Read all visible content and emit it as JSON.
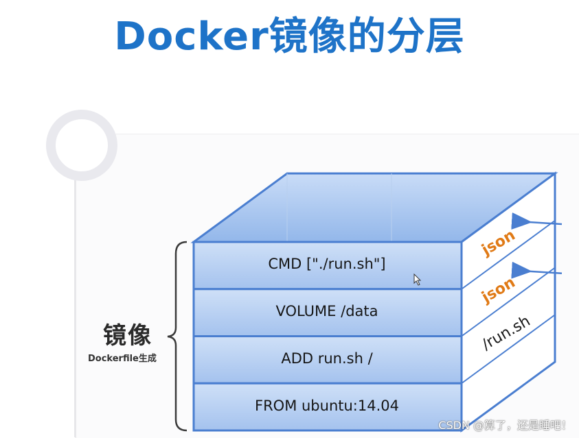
{
  "title": "Docker镜像的分层",
  "layers": [
    {
      "label": "CMD [\"./run.sh\"]",
      "side": "json",
      "side_type": "json",
      "input_arrow": true
    },
    {
      "label": "VOLUME /data",
      "side": "json",
      "side_type": "json",
      "input_arrow": true
    },
    {
      "label": "ADD run.sh /",
      "side": "/run.sh",
      "side_type": "plain",
      "input_arrow": false
    },
    {
      "label": "FROM ubuntu:14.04",
      "side": "",
      "side_type": "plain",
      "input_arrow": false
    }
  ],
  "image_group": {
    "label": "镜像",
    "sublabel": "Dockerfile生成"
  },
  "watermark": "CSDN @算了，还是睡吧！",
  "colors": {
    "title": "#1e73c8",
    "layer_fill_top": "#cfe0f7",
    "layer_fill_bottom": "#9dbdeb",
    "edge": "#4a7ed0",
    "json": "#e07a16"
  }
}
